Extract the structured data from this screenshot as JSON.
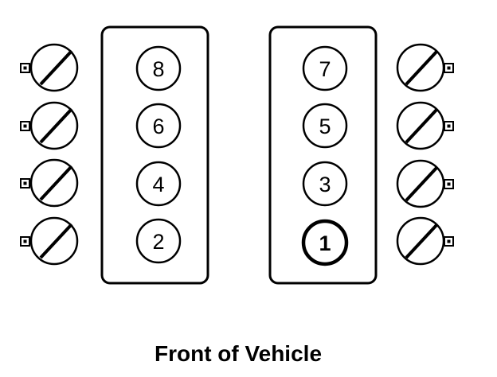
{
  "left_bank": {
    "cylinders": [
      "8",
      "6",
      "4",
      "2"
    ],
    "coils": 4
  },
  "right_bank": {
    "cylinders": [
      "7",
      "5",
      "3",
      "1"
    ],
    "coils": 4,
    "highlighted_cylinder": "1"
  },
  "caption": "Front of Vehicle",
  "colors": {
    "stroke": "#000000",
    "background": "#ffffff"
  },
  "icons": {
    "coil": "ignition-coil-icon",
    "connector": "connector-icon"
  }
}
